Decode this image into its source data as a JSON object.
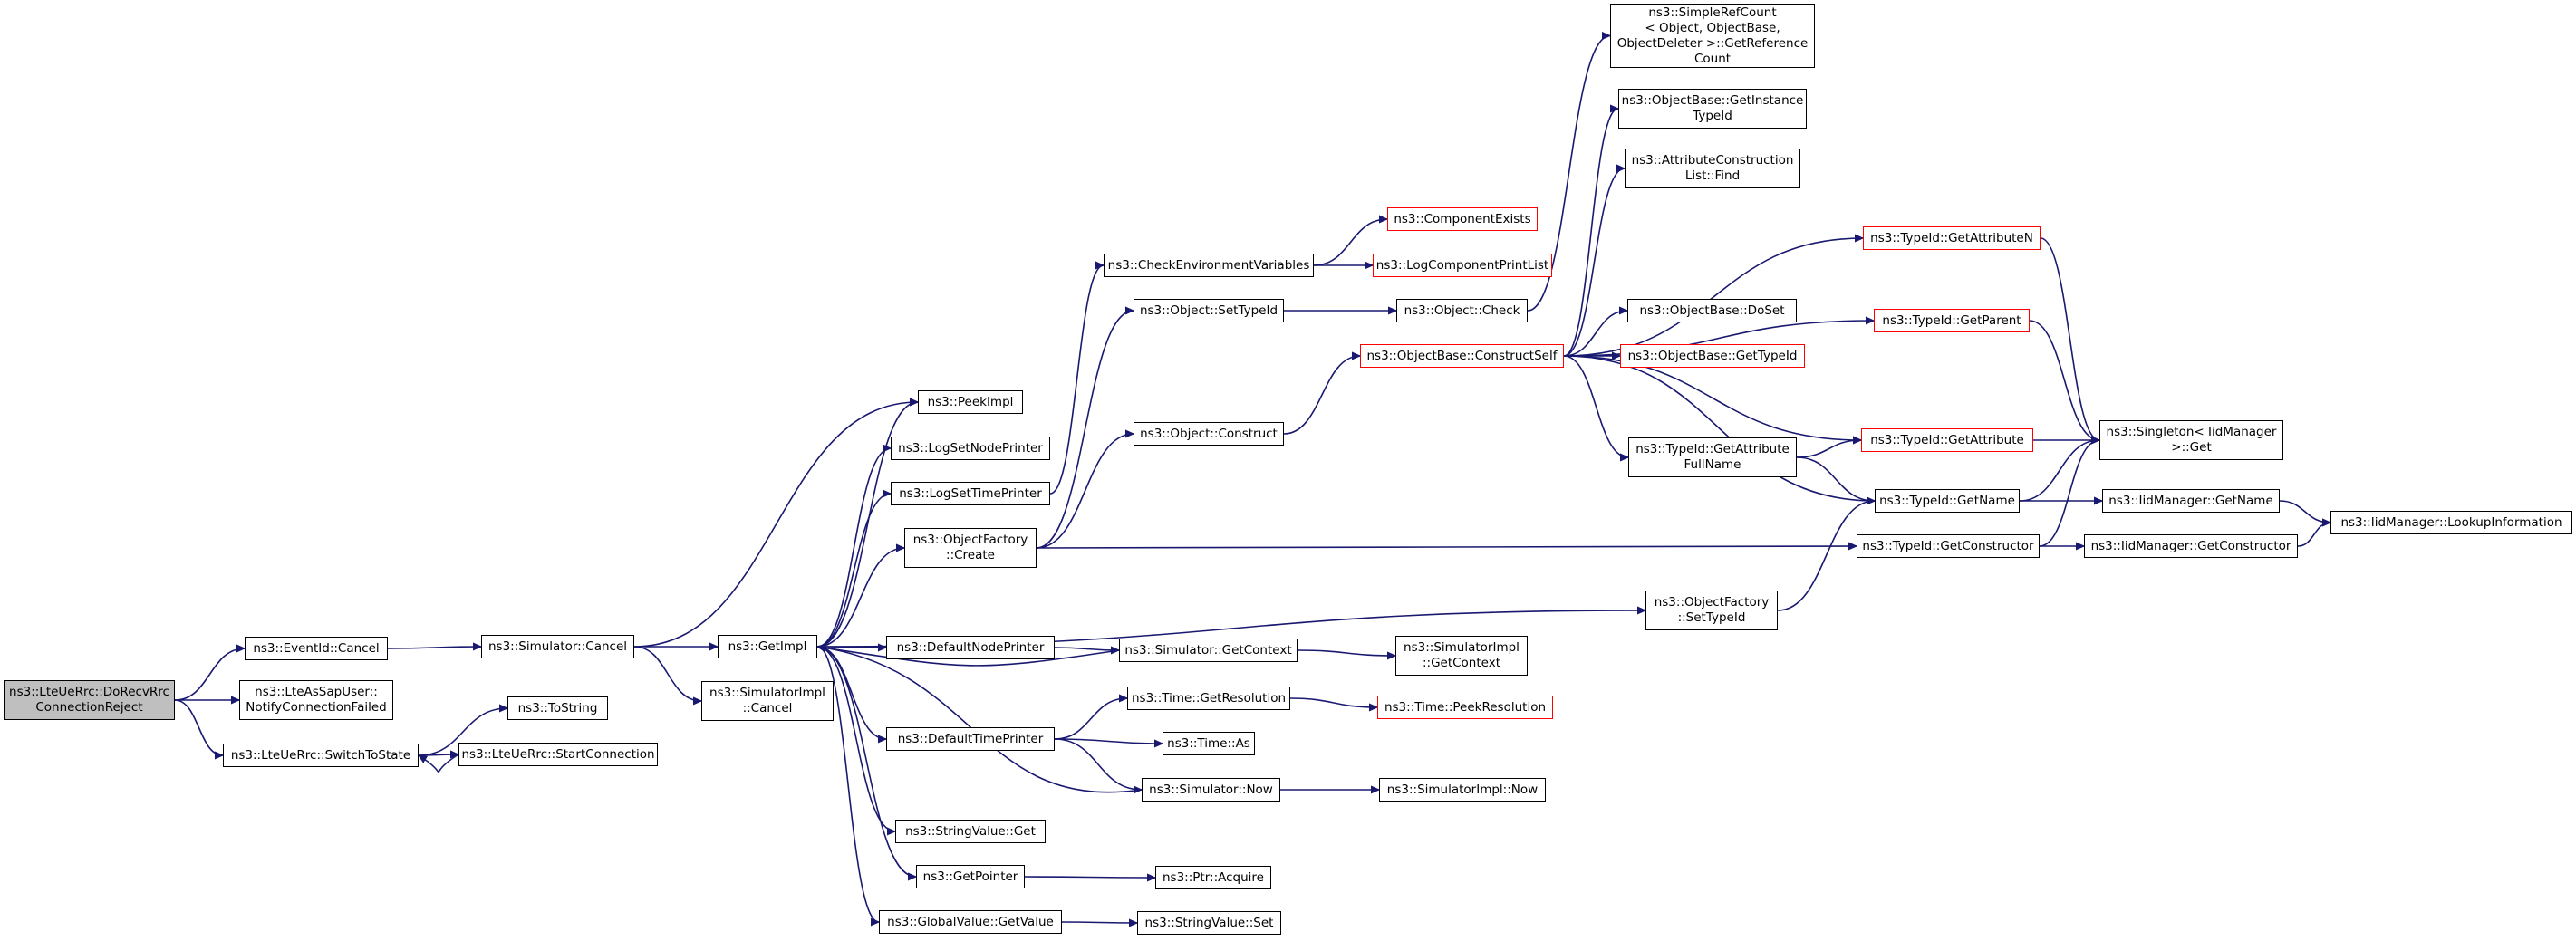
{
  "graph": {
    "edge_color": "#191970",
    "focus_fill": "#bfbfbf",
    "border_black": "#000000",
    "border_red": "#ff0000",
    "nodes": {
      "root": "ns3::LteUeRrc::DoRecvRrc\nConnectionReject",
      "evcancel": "ns3::EventId::Cancel",
      "notify": "ns3::LteAsSapUser::\nNotifyConnectionFailed",
      "switch": "ns3::LteUeRrc::SwitchToState",
      "simcancel": "ns3::Simulator::Cancel",
      "tostring": "ns3::ToString",
      "startconn": "ns3::LteUeRrc::StartConnection",
      "getimpl": "ns3::GetImpl",
      "implcancel": "ns3::SimulatorImpl\n::Cancel",
      "peekimpl": "ns3::PeekImpl",
      "lognode": "ns3::LogSetNodePrinter",
      "logtime": "ns3::LogSetTimePrinter",
      "ofcreate": "ns3::ObjectFactory\n::Create",
      "defnode": "ns3::DefaultNodePrinter",
      "deftime": "ns3::DefaultTimePrinter",
      "svget": "ns3::StringValue::Get",
      "getptr": "ns3::GetPointer",
      "gvget": "ns3::GlobalValue::GetValue",
      "checkenv": "ns3::CheckEnvironmentVariables",
      "settype": "ns3::Object::SetTypeId",
      "construct": "ns3::Object::Construct",
      "getctx": "ns3::Simulator::GetContext",
      "getres": "ns3::Time::GetResolution",
      "timeas": "ns3::Time::As",
      "simnow": "ns3::Simulator::Now",
      "acquire": "ns3::Ptr::Acquire",
      "svset": "ns3::StringValue::Set",
      "compexists": "ns3::ComponentExists",
      "logprint": "ns3::LogComponentPrintList",
      "objcheck": "ns3::Object::Check",
      "constructself": "ns3::ObjectBase::ConstructSelf",
      "ofsettype": "ns3::ObjectFactory\n::SetTypeId",
      "implctx": "ns3::SimulatorImpl\n::GetContext",
      "peekres": "ns3::Time::PeekResolution",
      "implnow": "ns3::SimulatorImpl::Now",
      "refcount": "ns3::SimpleRefCount\n< Object, ObjectBase,\n ObjectDeleter >::GetReference\nCount",
      "instancetype": "ns3::ObjectBase::GetInstance\nTypeId",
      "attrfind": "ns3::AttributeConstruction\nList::Find",
      "doset": "ns3::ObjectBase::DoSet",
      "obgettype": "ns3::ObjectBase::GetTypeId",
      "attrfull": "ns3::TypeId::GetAttribute\nFullName",
      "getattrn": "ns3::TypeId::GetAttributeN",
      "getparent": "ns3::TypeId::GetParent",
      "getattr": "ns3::TypeId::GetAttribute",
      "getname": "ns3::TypeId::GetName",
      "getctor": "ns3::TypeId::GetConstructor",
      "singleton": "ns3::Singleton< IidManager\n >::Get",
      "iidname": "ns3::IidManager::GetName",
      "iidctor": "ns3::IidManager::GetConstructor",
      "lookup": "ns3::IidManager::LookupInformation"
    }
  }
}
